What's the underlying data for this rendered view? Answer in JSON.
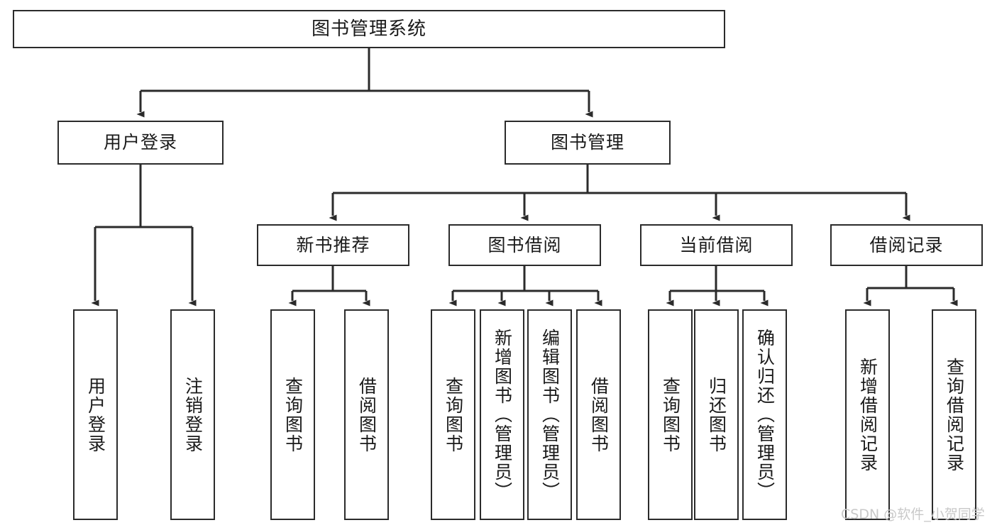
{
  "diagram": {
    "title": "图书管理系统",
    "type": "tree",
    "orientation": "top-down",
    "line_color": "#2b2b2b",
    "box_fill": "#ffffff",
    "text_color": "#1a1a1a",
    "root": {
      "label": "图书管理系统"
    },
    "level2": [
      {
        "label": "用户登录"
      },
      {
        "label": "图书管理"
      }
    ],
    "level3": [
      {
        "label": "新书推荐"
      },
      {
        "label": "图书借阅"
      },
      {
        "label": "当前借阅"
      },
      {
        "label": "借阅记录"
      }
    ],
    "leaves": {
      "user_login": [
        {
          "label": "用户登录"
        },
        {
          "label": "注销登录"
        }
      ],
      "new_book_recommend": [
        {
          "label": "查询图书"
        },
        {
          "label": "借阅图书"
        }
      ],
      "book_borrow": [
        {
          "label": "查询图书"
        },
        {
          "label": "新增图书（管理员）"
        },
        {
          "label": "编辑图书（管理员）"
        },
        {
          "label": "借阅图书"
        }
      ],
      "current_borrow": [
        {
          "label": "查询图书"
        },
        {
          "label": "归还图书"
        },
        {
          "label": "确认归还（管理员）"
        }
      ],
      "borrow_record": [
        {
          "label": "新增借阅记录"
        },
        {
          "label": "查询借阅记录"
        }
      ]
    }
  },
  "watermark": {
    "text": "CSDN @软件_小贺同学",
    "color": "#c9c9c9"
  }
}
